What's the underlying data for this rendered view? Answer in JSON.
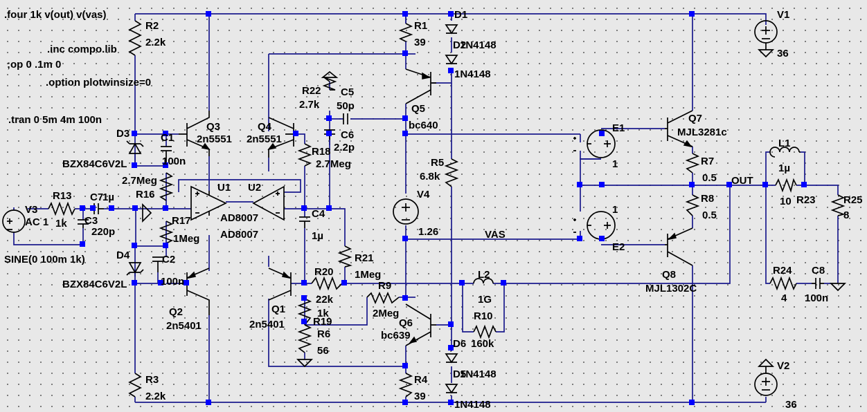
{
  "directives": {
    "four": ".four 1k v(out) v(vas)",
    "inc": ".inc compo.lib",
    "op": ";op 0 .1m 0",
    "option": ".option plotwinsize=0",
    "tran": ".tran 0 5m 4m 100n"
  },
  "components": {
    "R1": {
      "name": "R1",
      "value": "39"
    },
    "R2": {
      "name": "R2",
      "value": "2.2k"
    },
    "R3": {
      "name": "R3",
      "value": "2.2k"
    },
    "R4": {
      "name": "R4",
      "value": "39"
    },
    "R5": {
      "name": "R5",
      "value": "6.8k"
    },
    "R6": {
      "name": "R6",
      "value": "56"
    },
    "R7": {
      "name": "R7",
      "value": "0.5"
    },
    "R8": {
      "name": "R8",
      "value": "0.5"
    },
    "R9": {
      "name": "R9",
      "value": "2Meg"
    },
    "R10": {
      "name": "R10",
      "value": "160k"
    },
    "R13": {
      "name": "R13",
      "value": "1k"
    },
    "R16": {
      "name": "R16",
      "value": "2.7Meg"
    },
    "R17": {
      "name": "R17",
      "value": "1Meg"
    },
    "R18": {
      "name": "R18",
      "value": "2.7Meg"
    },
    "R19": {
      "name": "R19",
      "value": "1k"
    },
    "R20": {
      "name": "R20",
      "value": "22k"
    },
    "R21": {
      "name": "R21",
      "value": "1Meg"
    },
    "R22": {
      "name": "R22",
      "value": "2.7k"
    },
    "R23": {
      "name": "R23",
      "value": "10"
    },
    "R24": {
      "name": "R24",
      "value": "4"
    },
    "R25": {
      "name": "R25",
      "value": "8"
    },
    "C1": {
      "name": "C1",
      "value": "100n"
    },
    "C2": {
      "name": "C2",
      "value": "100n"
    },
    "C3": {
      "name": "C3",
      "value": "220p"
    },
    "C4": {
      "name": "C4",
      "value": "1µ"
    },
    "C5": {
      "name": "C5",
      "value": "50p"
    },
    "C6": {
      "name": "C6",
      "value": "2.2p"
    },
    "C7": {
      "name": "C7",
      "value": "1µ"
    },
    "C8": {
      "name": "C8",
      "value": "100n"
    },
    "L1": {
      "name": "L1",
      "value": "1µ"
    },
    "L2": {
      "name": "L2",
      "value": "1G"
    },
    "Q1": {
      "name": "Q1",
      "value": "2n5401"
    },
    "Q2": {
      "name": "Q2",
      "value": "2n5401"
    },
    "Q3": {
      "name": "Q3",
      "value": "2n5551"
    },
    "Q4": {
      "name": "Q4",
      "value": "2n5551"
    },
    "Q5": {
      "name": "Q5",
      "value": "bc640"
    },
    "Q6": {
      "name": "Q6",
      "value": "bc639"
    },
    "Q7": {
      "name": "Q7",
      "value": "MJL3281c"
    },
    "Q8": {
      "name": "Q8",
      "value": "MJL1302C"
    },
    "D1": {
      "name": "D1",
      "value": "1N4148"
    },
    "D2": {
      "name": "D2",
      "value": "1N4148"
    },
    "D3": {
      "name": "D3",
      "value": "BZX84C6V2L"
    },
    "D4": {
      "name": "D4",
      "value": "BZX84C6V2L"
    },
    "D5": {
      "name": "D5",
      "value": "1N4148"
    },
    "D6": {
      "name": "D6",
      "value": "1N4148"
    },
    "U1": {
      "name": "U1",
      "value": "AD8007"
    },
    "U2": {
      "name": "U2",
      "value": "AD8007"
    },
    "E1": {
      "name": "E1",
      "value": "1"
    },
    "E2": {
      "name": "E2",
      "value": "1"
    },
    "V1": {
      "name": "V1",
      "value": "36"
    },
    "V2": {
      "name": "V2",
      "value": "36"
    },
    "V3": {
      "name": "V3",
      "value": "AC 1",
      "value2": "SINE(0 100m 1k)"
    },
    "V4": {
      "name": "V4",
      "value": "1.26"
    }
  },
  "net_labels": {
    "out": "OUT",
    "vas": "VAS"
  }
}
